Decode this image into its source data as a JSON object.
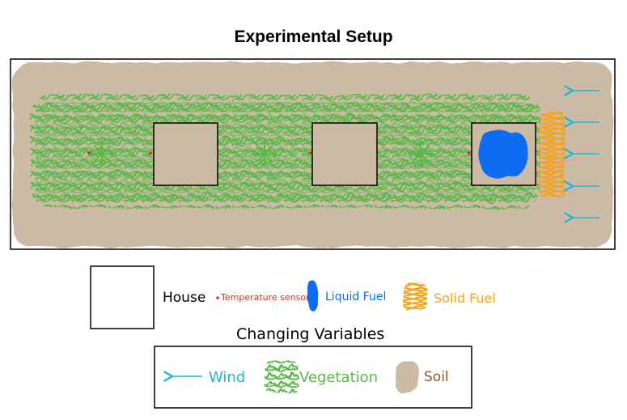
{
  "title": "Experimental Setup",
  "colors": {
    "soil": "#cbbba5",
    "vegetation": "#59b847",
    "liquid_fuel": "#0b6cf0",
    "solid_fuel": "#f7a21b",
    "wind": "#20b6d6",
    "sensor": "#e02a1f",
    "snowflake": "#59b847"
  },
  "legend": {
    "house": "House",
    "temperature_sensor": "Temperature sensor",
    "liquid_fuel": "Liquid Fuel",
    "solid_fuel": "Solid Fuel"
  },
  "variables": {
    "heading": "Changing Variables",
    "wind": "Wind",
    "vegetation": "Vegetation",
    "soil": "Soil"
  },
  "icons": [
    "wind-arrow-icon",
    "snowflake-icon",
    "liquid-fuel-blob-icon",
    "solid-fuel-scribble-icon",
    "vegetation-scribble-icon",
    "soil-patch-icon"
  ]
}
